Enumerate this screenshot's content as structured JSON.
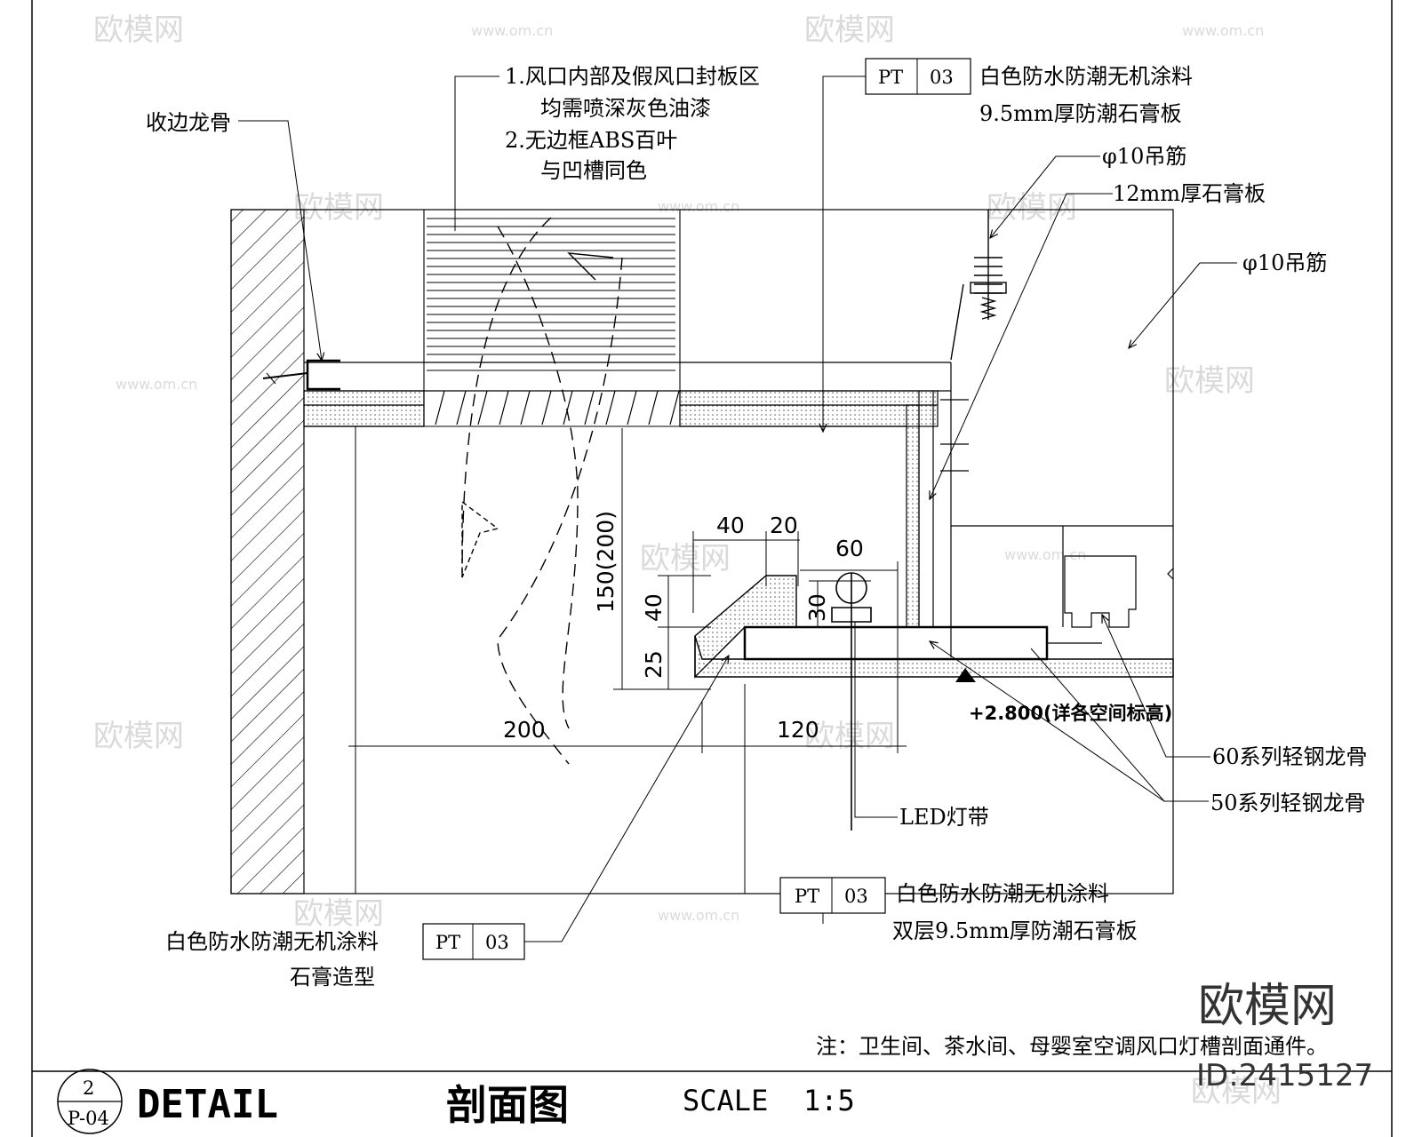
{
  "labels": {
    "edge_keel": "收边龙骨",
    "note_1a": "1.风口内部及假风口封板区",
    "note_1b": "均需喷深灰色油漆",
    "note_2a": "2.无边框ABS百叶",
    "note_2b": "与凹槽同色",
    "tag_pt": "PT",
    "tag_03": "03",
    "top_finish": "白色防水防潮无机涂料",
    "top_board": "9.5mm厚防潮石膏板",
    "hanger_1": "φ10吊筋",
    "board_12": "12mm厚石膏板",
    "hanger_2": "φ10吊筋",
    "keel_60": "60系列轻钢龙骨",
    "keel_50": "50系列轻钢龙骨",
    "led_strip": "LED灯带",
    "elevation": "+2.800(详各空间标高)",
    "bottom_finish": "白色防水防潮无机涂料",
    "bottom_board": "双层9.5mm厚防潮石膏板",
    "left_finish": "白色防水防潮无机涂料",
    "left_shape": "石膏造型",
    "footnote": "注：卫生间、茶水间、母婴室空调风口灯槽剖面通件。"
  },
  "dimensions": {
    "d40a": "40",
    "d20": "20",
    "d60": "60",
    "d150": "150(200)",
    "d40b": "40",
    "d30": "30",
    "d25": "25",
    "d200": "200",
    "d120": "120"
  },
  "title_block": {
    "detail_no": "2",
    "sheet_no": "P-04",
    "detail_word": "DETAIL",
    "view_name": "剖面图",
    "scale_label": "SCALE",
    "scale_value": "1:5"
  },
  "watermark": {
    "brand": "欧模网",
    "url": "www.om.cn",
    "id": "ID:2415127"
  }
}
